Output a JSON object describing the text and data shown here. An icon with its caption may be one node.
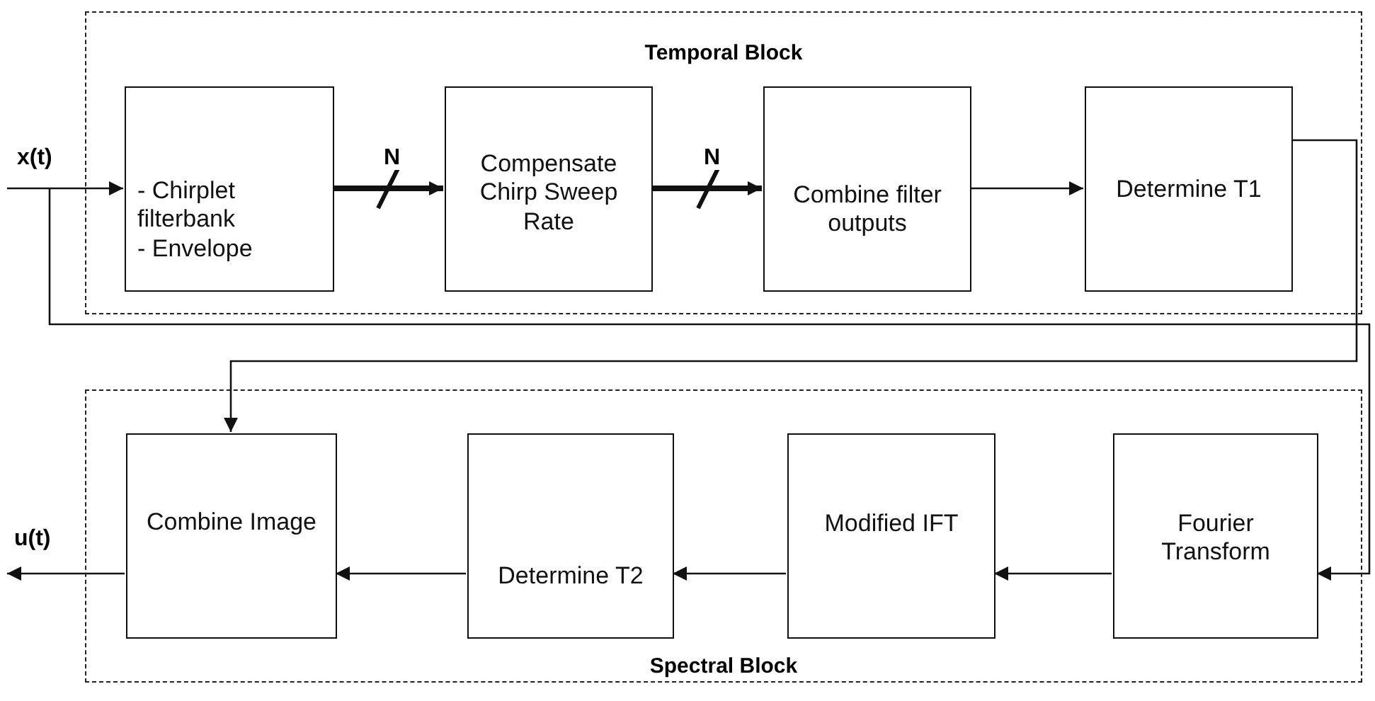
{
  "diagram": {
    "nodes": [
      {
        "text": [
          "Temporal Block"
        ]
      },
      {
        "text": [
          "- Chirplet filterbank",
          "- Envelope"
        ],
        "in": 0
      },
      {
        "text": [
          "Compensate Chirp Sweep Rate"
        ],
        "in": 0
      },
      {
        "text": [
          "Combine filter outputs"
        ],
        "in": 0
      },
      {
        "text": [
          "Determine T1"
        ],
        "in": 0
      },
      {
        "text": [
          "Spectral Block"
        ]
      },
      {
        "text": [
          "Combine Image"
        ],
        "in": 5
      },
      {
        "text": [
          "Determine T2"
        ],
        "in": 5
      },
      {
        "text": [
          "Modified IFT"
        ],
        "in": 5
      },
      {
        "text": [
          "Fourier Transform"
        ],
        "in": 5
      }
    ],
    "edges": [
      {
        "from": null,
        "to": 1,
        "arrow": "to",
        "label": "x(t)"
      },
      {
        "from": 1,
        "to": 2,
        "arrow": "to",
        "label": "N",
        "style": "thick"
      },
      {
        "from": 2,
        "to": 3,
        "arrow": "to",
        "label": "N",
        "style": "thick"
      },
      {
        "from": 3,
        "to": 4,
        "arrow": "to"
      },
      {
        "from": 4,
        "to": 6,
        "arrow": "to"
      },
      {
        "from": 9,
        "to": 8,
        "arrow": "to"
      },
      {
        "from": 8,
        "to": 7,
        "arrow": "to"
      },
      {
        "from": 7,
        "to": 6,
        "arrow": "to"
      },
      {
        "from": 6,
        "to": null,
        "arrow": "to",
        "label": "u(t)"
      },
      {
        "from": null,
        "to": 9,
        "arrow": "to"
      }
    ]
  }
}
